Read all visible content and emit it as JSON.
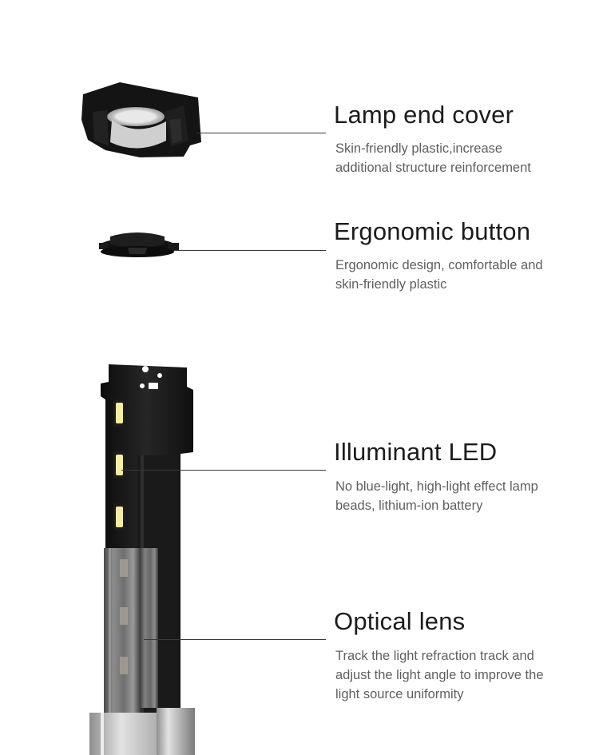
{
  "features": [
    {
      "title": "Lamp end cover",
      "desc_lines": [
        "Skin-friendly plastic,increase",
        "additional structure reinforcement"
      ]
    },
    {
      "title": "Ergonomic button",
      "desc_lines": [
        "Ergonomic design, comfortable and",
        "skin-friendly plastic"
      ]
    },
    {
      "title": "Illuminant LED",
      "desc_lines": [
        "No blue-light, high-light effect lamp",
        "beads, lithium-ion battery"
      ]
    },
    {
      "title": "Optical lens",
      "desc_lines": [
        "Track the light refraction track and",
        "adjust the light angle to improve the",
        "light source uniformity"
      ]
    }
  ],
  "colors": {
    "background": "#ffffff",
    "title": "#1c1c1c",
    "description": "#5f5f5f",
    "part_black": "#151515",
    "led_yellow": "#f6eda0",
    "lens_gray": "#7a7a7a",
    "tube_silver": "#c9c9c9"
  }
}
